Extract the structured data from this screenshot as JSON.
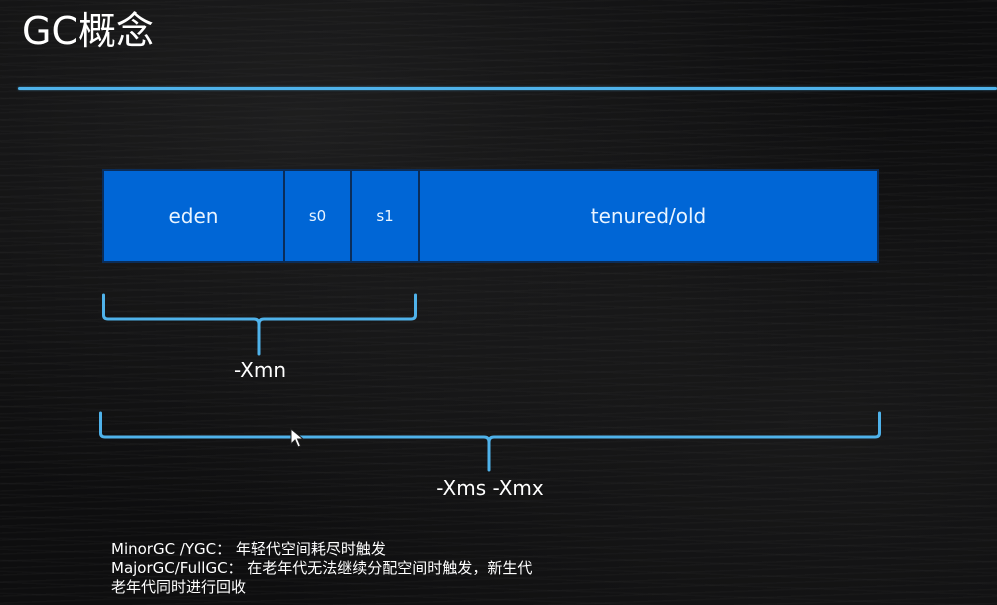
{
  "slide": {
    "title": "GC概念",
    "accent_color": "#4fb2ea",
    "block_color": "#0066d6"
  },
  "heap": {
    "segments": [
      {
        "id": "eden",
        "label": "eden"
      },
      {
        "id": "s0",
        "label": "s0"
      },
      {
        "id": "s1",
        "label": "s1"
      },
      {
        "id": "old",
        "label": "tenured/old"
      }
    ]
  },
  "braces": {
    "young": {
      "label": "-Xmn",
      "spans": [
        "eden",
        "s0",
        "s1"
      ]
    },
    "total": {
      "label": "-Xms -Xmx",
      "spans": [
        "eden",
        "s0",
        "s1",
        "tenured/old"
      ]
    }
  },
  "notes": {
    "line1": "MinorGC /YGC：  年轻代空间耗尽时触发",
    "line2": "MajorGC/FullGC：  在老年代无法继续分配空间时触发，新生代",
    "line3": "老年代同时进行回收"
  }
}
